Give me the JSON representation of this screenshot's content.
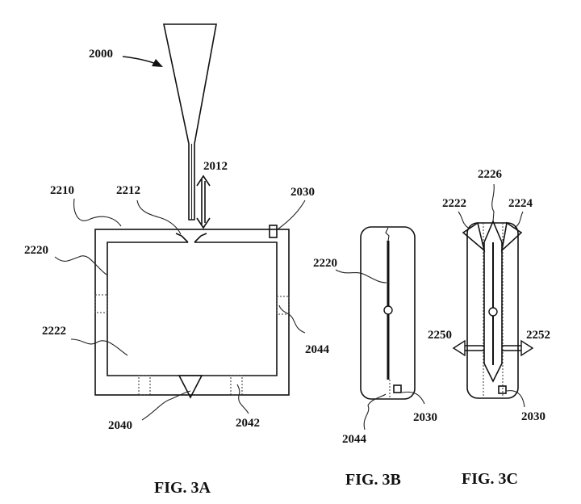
{
  "labels": {
    "n2000": "2000",
    "n2012": "2012",
    "n2210": "2210",
    "n2212": "2212",
    "n2030a": "2030",
    "n2220a": "2220",
    "n2222a": "2222",
    "n2044a": "2044",
    "n2040": "2040",
    "n2042": "2042",
    "n2220b": "2220",
    "n2030b": "2030",
    "n2044b": "2044",
    "n2226": "2226",
    "n2222c": "2222",
    "n2224": "2224",
    "n2250": "2250",
    "n2252": "2252",
    "n2030c": "2030"
  },
  "captions": {
    "fig3a": "FIG. 3A",
    "fig3b": "FIG. 3B",
    "fig3c": "FIG. 3C"
  }
}
